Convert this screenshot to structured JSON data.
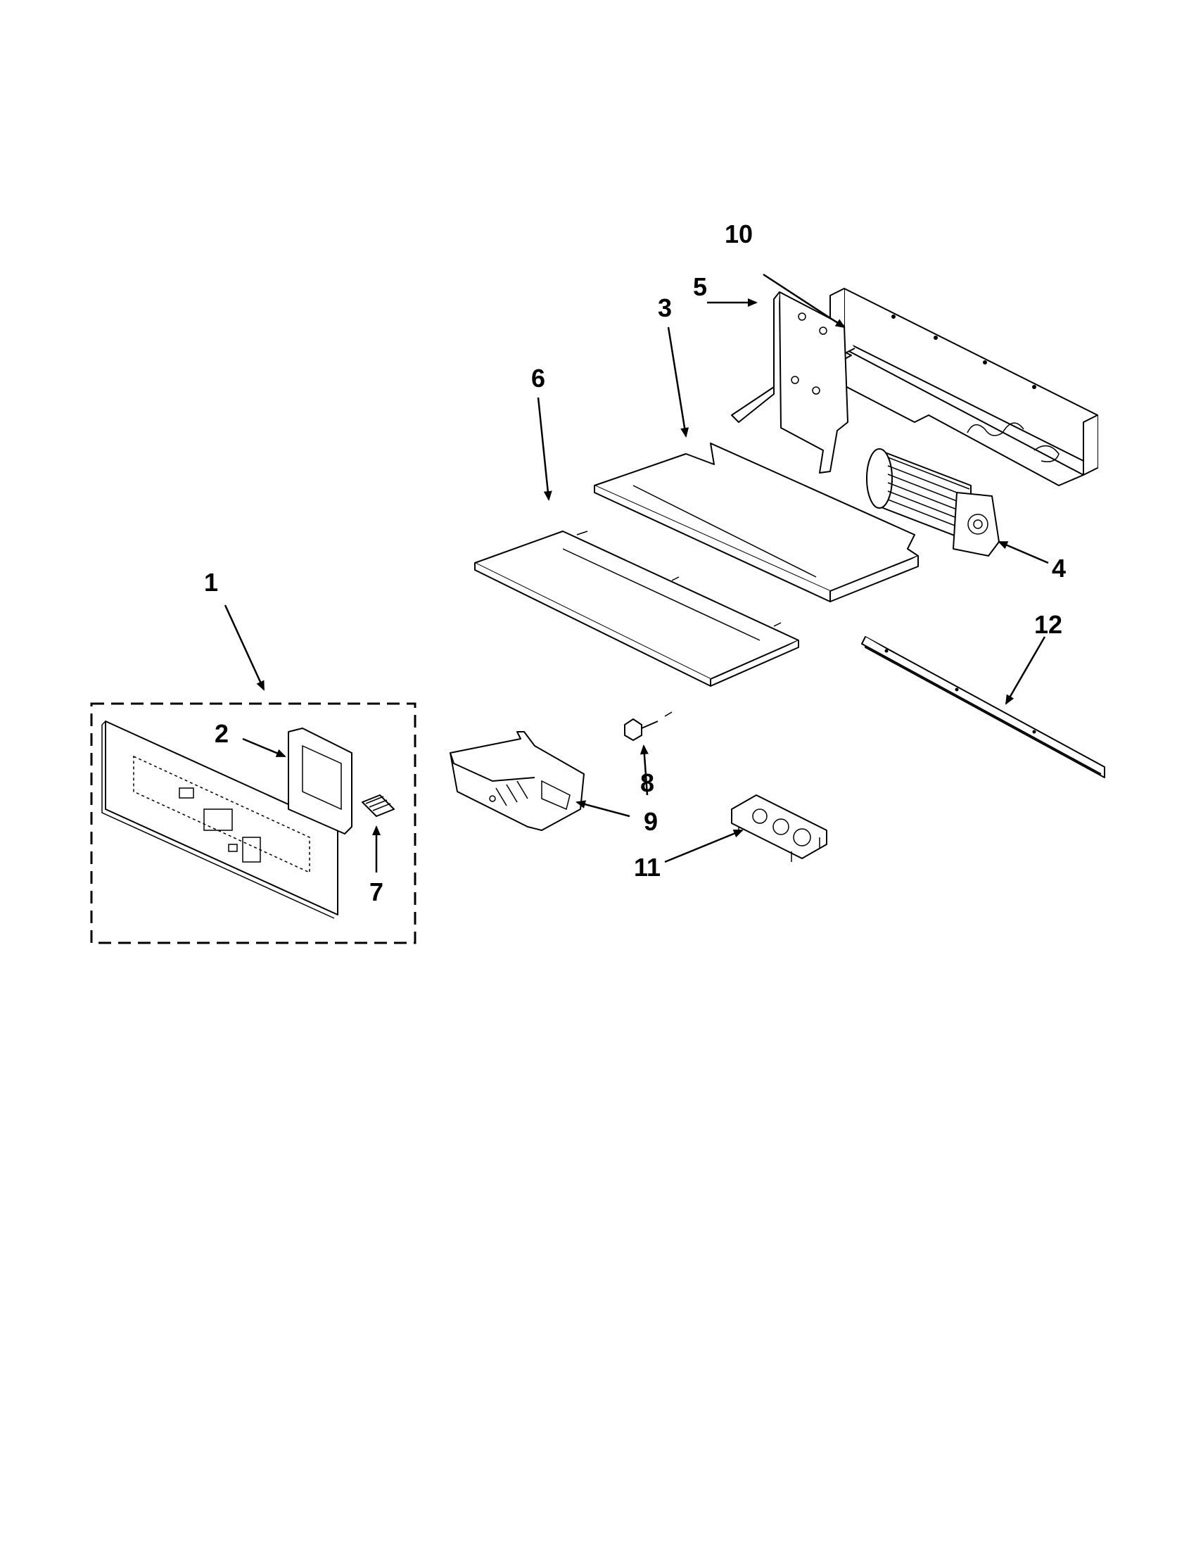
{
  "diagram": {
    "callouts": [
      {
        "id": "1",
        "label": "1"
      },
      {
        "id": "2",
        "label": "2"
      },
      {
        "id": "3",
        "label": "3"
      },
      {
        "id": "4",
        "label": "4"
      },
      {
        "id": "5",
        "label": "5"
      },
      {
        "id": "6",
        "label": "6"
      },
      {
        "id": "7",
        "label": "7"
      },
      {
        "id": "8",
        "label": "8"
      },
      {
        "id": "9",
        "label": "9"
      },
      {
        "id": "10",
        "label": "10"
      },
      {
        "id": "11",
        "label": "11"
      },
      {
        "id": "12",
        "label": "12"
      }
    ],
    "line_color": "#000000",
    "background_color": "#ffffff"
  }
}
